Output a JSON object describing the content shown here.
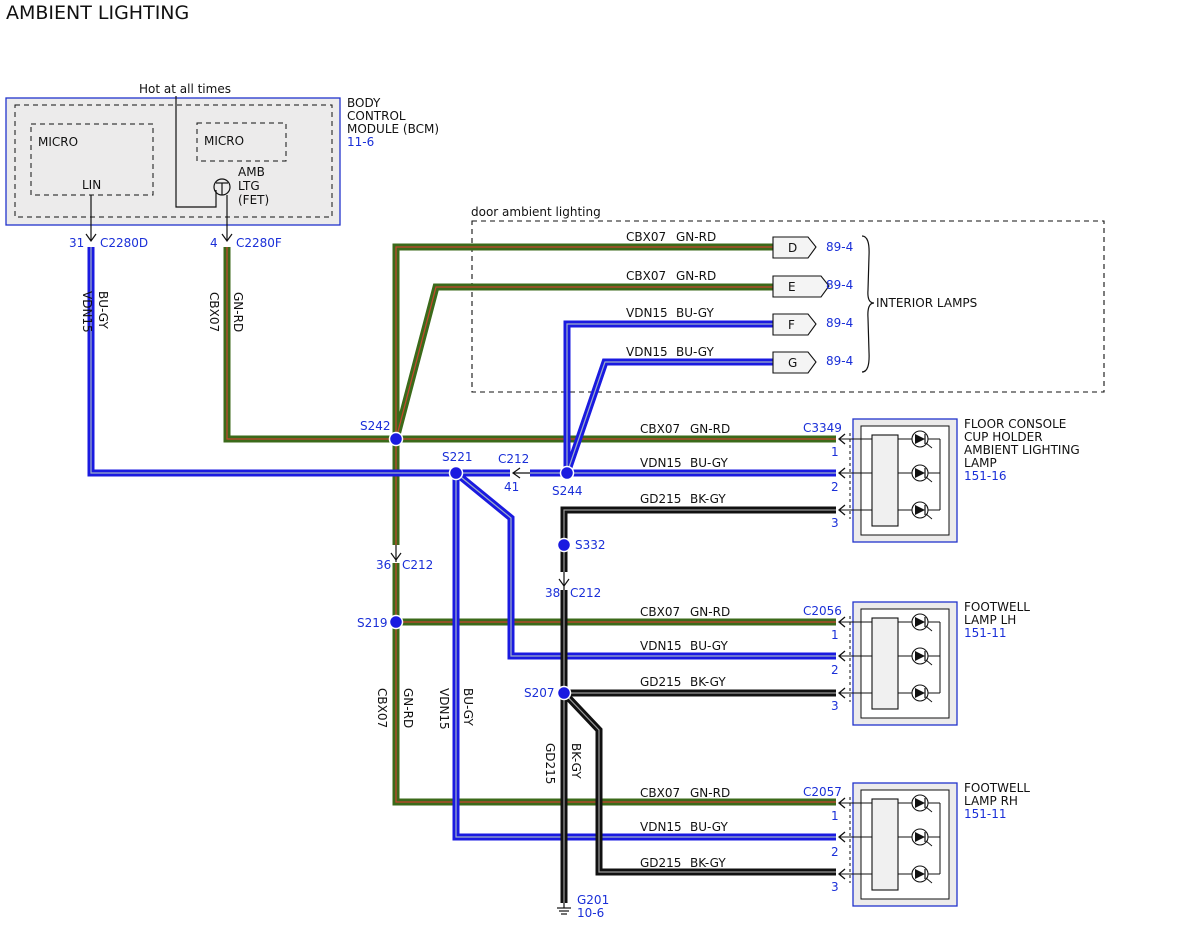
{
  "title": "AMBIENT LIGHTING",
  "colors": {
    "green_rd": "#3b6a1a",
    "green_rd_tracer": "#c8452f",
    "blue_gy": "#1a1ae0",
    "blue_gy_tracer": "#9fb0c8",
    "black_gy": "#111111",
    "black_gy_tracer": "#9a9a9a",
    "reference_text": "#1a2fd8",
    "module_border": "#2233cc"
  },
  "bcm": {
    "power_label": "Hot at all times",
    "name_lines": [
      "BODY",
      "CONTROL",
      "MODULE (BCM)"
    ],
    "ref": "11-6",
    "micro_left": "MICRO",
    "micro_right": "MICRO",
    "lin_label": "LIN",
    "fet_lines": [
      "AMB",
      "LTG",
      "(FET)"
    ],
    "pin_lin": "31",
    "conn_lin": "C2280D",
    "pin_fet": "4",
    "conn_fet": "C2280F"
  },
  "wire_labels": {
    "vdn15_vert_circuit": "VDN15",
    "vdn15_vert_color": "BU-GY",
    "cbx07_vert_circuit": "CBX07",
    "cbx07_vert_color": "GN-RD",
    "cbx07_lower_circuit": "CBX07",
    "cbx07_lower_color": "GN-RD",
    "vdn15_lower_circuit": "VDN15",
    "vdn15_lower_color": "BU-GY",
    "gd215_lower_circuit": "GD215",
    "gd215_lower_color": "BK-GY"
  },
  "door": {
    "title": "door ambient lighting",
    "group_label": "INTERIOR LAMPS",
    "rows": [
      {
        "circuit": "CBX07",
        "color": "GN-RD",
        "letter": "D",
        "ref": "89-4"
      },
      {
        "circuit": "CBX07",
        "color": "GN-RD",
        "letter": "E",
        "ref": "89-4"
      },
      {
        "circuit": "VDN15",
        "color": "BU-GY",
        "letter": "F",
        "ref": "89-4"
      },
      {
        "circuit": "VDN15",
        "color": "BU-GY",
        "letter": "G",
        "ref": "89-4"
      }
    ]
  },
  "splices": {
    "s242": "S242",
    "s221": "S221",
    "s244": "S244",
    "s332": "S332",
    "s219": "S219",
    "s207": "S207"
  },
  "inline_connectors": {
    "c212_a_conn": "C212",
    "c212_a_pin": "41",
    "c212_b_pin": "36",
    "c212_b_conn": "C212",
    "c212_c_pin": "38",
    "c212_c_conn": "C212"
  },
  "ground": {
    "name": "G201",
    "ref": "10-6"
  },
  "lamps": [
    {
      "connector": "C3349",
      "name_lines": [
        "FLOOR CONSOLE",
        "CUP HOLDER",
        "AMBIENT LIGHTING",
        "LAMP"
      ],
      "ref": "151-16",
      "wires": [
        {
          "circuit": "CBX07",
          "color": "GN-RD",
          "pin": "1"
        },
        {
          "circuit": "VDN15",
          "color": "BU-GY",
          "pin": "2"
        },
        {
          "circuit": "GD215",
          "color": "BK-GY",
          "pin": "3"
        }
      ]
    },
    {
      "connector": "C2056",
      "name_lines": [
        "FOOTWELL",
        "LAMP LH"
      ],
      "ref": "151-11",
      "wires": [
        {
          "circuit": "CBX07",
          "color": "GN-RD",
          "pin": "1"
        },
        {
          "circuit": "VDN15",
          "color": "BU-GY",
          "pin": "2"
        },
        {
          "circuit": "GD215",
          "color": "BK-GY",
          "pin": "3"
        }
      ]
    },
    {
      "connector": "C2057",
      "name_lines": [
        "FOOTWELL",
        "LAMP RH"
      ],
      "ref": "151-11",
      "wires": [
        {
          "circuit": "CBX07",
          "color": "GN-RD",
          "pin": "1"
        },
        {
          "circuit": "VDN15",
          "color": "BU-GY",
          "pin": "2"
        },
        {
          "circuit": "GD215",
          "color": "BK-GY",
          "pin": "3"
        }
      ]
    }
  ]
}
